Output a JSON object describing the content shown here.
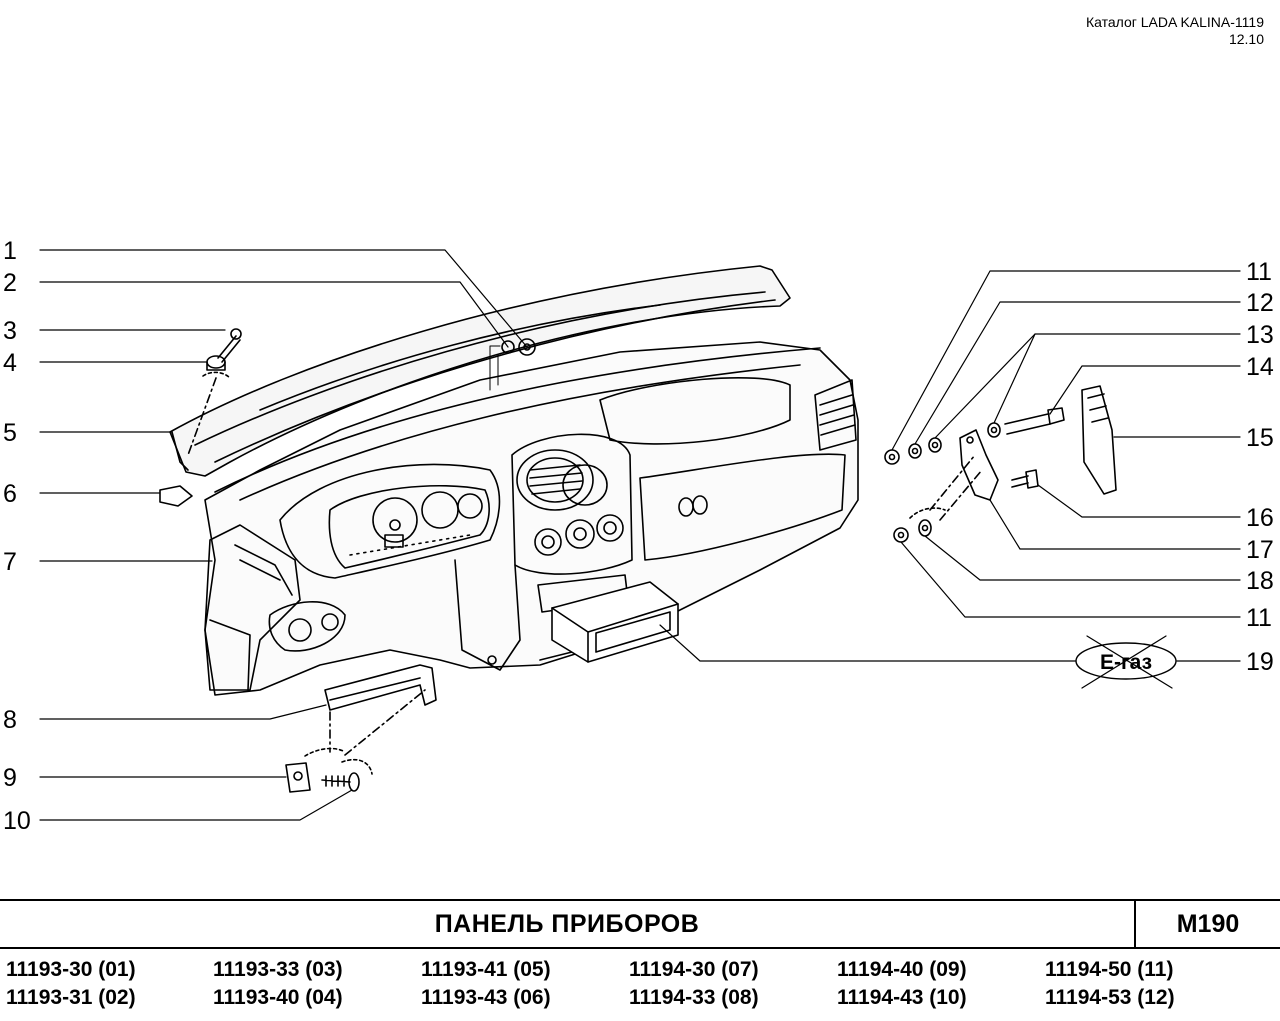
{
  "header": {
    "catalog": "Каталог LADA KALINA-1119",
    "date": "12.10"
  },
  "callouts": {
    "left": [
      "1",
      "2",
      "3",
      "4",
      "5",
      "6",
      "7",
      "8",
      "9",
      "10"
    ],
    "right": [
      "11",
      "12",
      "13",
      "14",
      "15",
      "16",
      "17",
      "18",
      "11",
      "19"
    ]
  },
  "egas_label": "E-газ",
  "title": "ПАНЕЛЬ   ПРИБОРОВ",
  "code": "М190",
  "models": [
    [
      "11193-30 (01)",
      "11193-31 (02)"
    ],
    [
      "11193-33 (03)",
      "11193-40 (04)"
    ],
    [
      "11193-41 (05)",
      "11193-43 (06)"
    ],
    [
      "11194-30 (07)",
      "11194-33 (08)"
    ],
    [
      "11194-40 (09)",
      "11194-43 (10)"
    ],
    [
      "11194-50 (11)",
      "11194-53 (12)"
    ]
  ]
}
